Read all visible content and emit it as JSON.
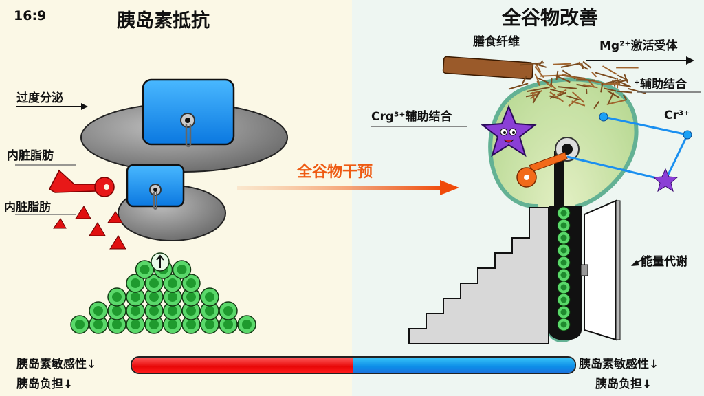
{
  "aspect_ratio_label": "16:9",
  "left_panel": {
    "title": "胰岛素抵抗",
    "labels": {
      "oversecretion": "过度分泌",
      "visceral_fat_1": "内脏脂肪",
      "visceral_fat_2": "内脏脂肪"
    },
    "footer": {
      "sensitivity": "胰岛素敏感性↓",
      "burden": "胰岛负担↓"
    }
  },
  "center": {
    "intervention_label": "全谷物干预"
  },
  "right_panel": {
    "title": "全谷物改善",
    "labels": {
      "dietary_fiber": "膳食纤维",
      "mg_receptor": "Mg²⁺激活受体",
      "assist_binding": "⁺辅助结合",
      "crg_assist": "Crg³⁺辅助结合",
      "cr3": "Cr³⁺",
      "energy_metabolism": "能量代谢"
    },
    "footer": {
      "sensitivity": "胰岛素敏感性↓",
      "burden": "胰岛负担↓"
    }
  },
  "gradient_bar": {
    "left_color": "#e81010",
    "right_color": "#1590ea",
    "split_fraction": 0.5
  },
  "colors": {
    "left_bg": "#fbf8e6",
    "right_bg": "#eef6f2",
    "accent_orange": "#ee5a12",
    "lock_blue": "#1a8ff0",
    "cell_green": "#5ad86a",
    "star_purple": "#8b3fd6"
  }
}
